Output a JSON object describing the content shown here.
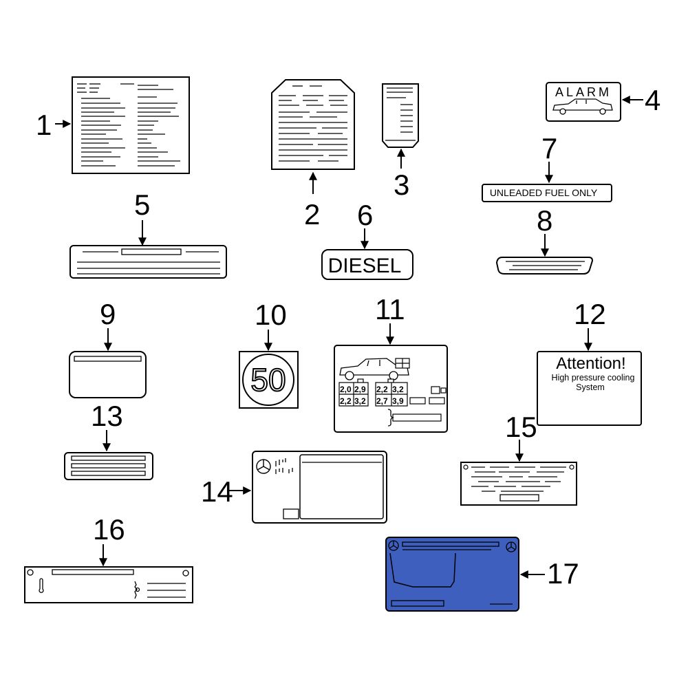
{
  "callouts": {
    "c1": "1",
    "c2": "2",
    "c3": "3",
    "c4": "4",
    "c5": "5",
    "c6": "6",
    "c7": "7",
    "c8": "8",
    "c9": "9",
    "c10": "10",
    "c11": "11",
    "c12": "12",
    "c13": "13",
    "c14": "14",
    "c15": "15",
    "c16": "16",
    "c17": "17"
  },
  "labels": {
    "alarm": "ALARM",
    "unleaded": "UNLEADED FUEL ONLY",
    "diesel": "DIESEL",
    "speed": "50",
    "attention_title": "Attention!",
    "attention_line1": "High pressure cooling",
    "attention_line2": "System",
    "tire": {
      "r1c1": "2,0",
      "r1c2": "2,9",
      "r1c3": "2,2",
      "r1c4": "3,2",
      "r2c1": "2,2",
      "r2c2": "3,2",
      "r2c3": "2,7",
      "r2c4": "3,9"
    }
  },
  "colors": {
    "stroke": "#000000",
    "highlight_fill": "#3f5fbf",
    "background": "#ffffff"
  }
}
